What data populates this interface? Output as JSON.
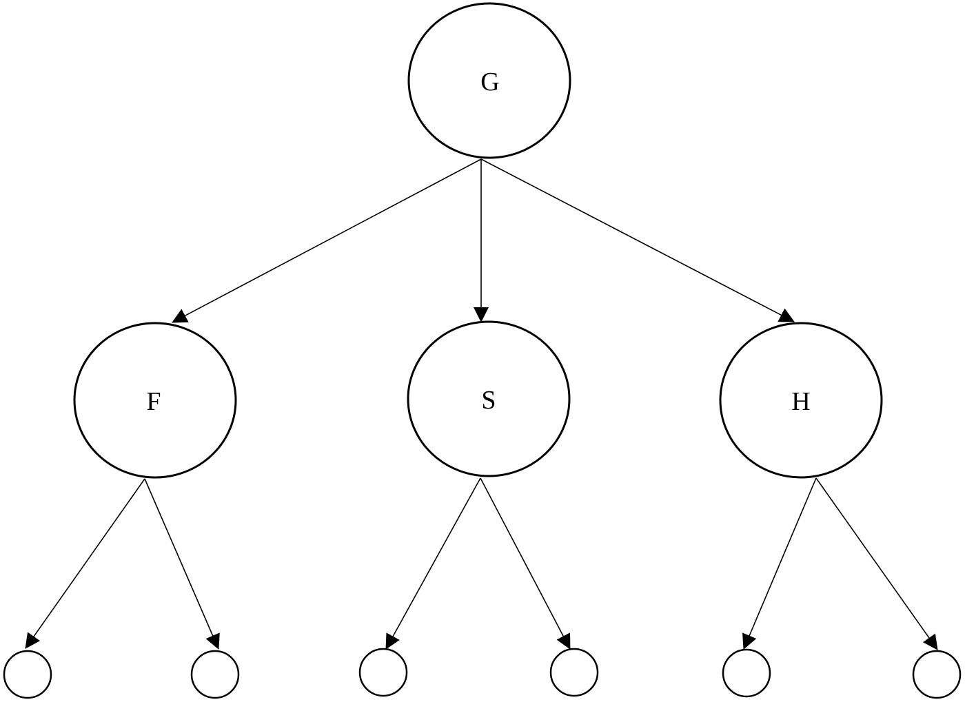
{
  "diagram": {
    "nodes": [
      {
        "id": "G",
        "label": "G",
        "kind": "parent"
      },
      {
        "id": "F",
        "label": "F",
        "kind": "parent"
      },
      {
        "id": "S",
        "label": "S",
        "kind": "parent"
      },
      {
        "id": "H",
        "label": "H",
        "kind": "parent"
      },
      {
        "id": "f1",
        "label": "",
        "kind": "leaf"
      },
      {
        "id": "f2",
        "label": "",
        "kind": "leaf"
      },
      {
        "id": "s1",
        "label": "",
        "kind": "leaf"
      },
      {
        "id": "s2",
        "label": "",
        "kind": "leaf"
      },
      {
        "id": "h1",
        "label": "",
        "kind": "leaf"
      },
      {
        "id": "h2",
        "label": "",
        "kind": "leaf"
      }
    ],
    "edges": [
      {
        "from": "G",
        "to": "F"
      },
      {
        "from": "G",
        "to": "S"
      },
      {
        "from": "G",
        "to": "H"
      },
      {
        "from": "F",
        "to": "f1"
      },
      {
        "from": "F",
        "to": "f2"
      },
      {
        "from": "S",
        "to": "s1"
      },
      {
        "from": "S",
        "to": "s2"
      },
      {
        "from": "H",
        "to": "h1"
      },
      {
        "from": "H",
        "to": "h2"
      }
    ],
    "colors": {
      "stroke": "#000000",
      "fill": "#ffffff"
    }
  }
}
